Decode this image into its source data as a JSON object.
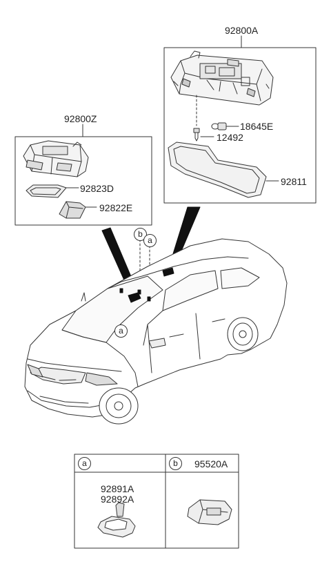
{
  "groups": {
    "upper_right": {
      "code": "92800A",
      "parts": [
        "18645E",
        "12492",
        "92811"
      ]
    },
    "upper_left": {
      "code": "92800Z",
      "parts": [
        "92823D",
        "92822E"
      ]
    }
  },
  "car_callouts": [
    "b",
    "a",
    "a"
  ],
  "legend": {
    "a": {
      "letter": "a",
      "codes": [
        "92891A",
        "92892A"
      ]
    },
    "b": {
      "letter": "b",
      "code": "95520A"
    }
  }
}
